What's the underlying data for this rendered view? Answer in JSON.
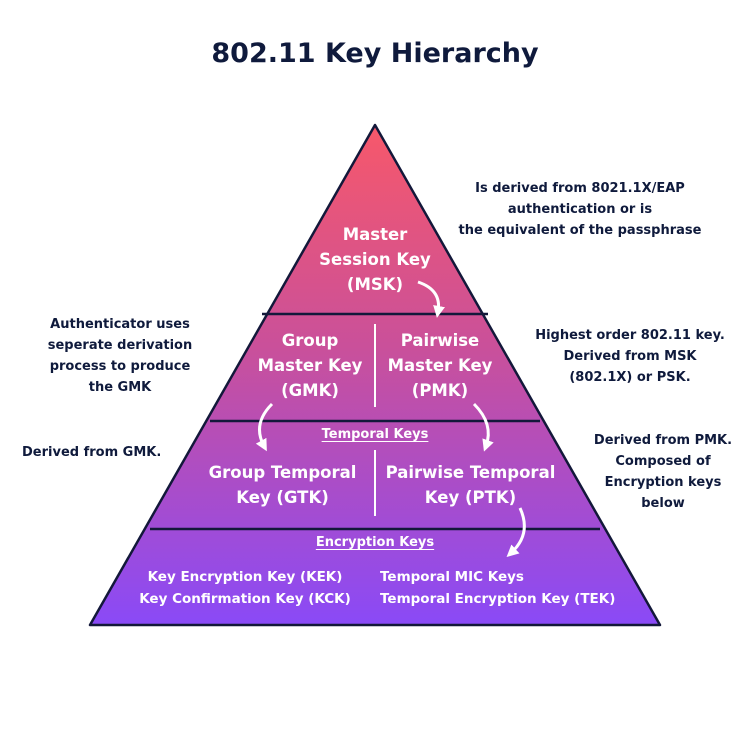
{
  "title": "802.11 Key Hierarchy",
  "pyramid": {
    "msk": {
      "line1": "Master",
      "line2": "Session Key",
      "line3": "(MSK)"
    },
    "gmk": {
      "line1": "Group",
      "line2": "Master Key",
      "line3": "(GMK)"
    },
    "pmk": {
      "line1": "Pairwise",
      "line2": "Master Key",
      "line3": "(PMK)"
    },
    "temporal_heading": "Temporal Keys",
    "gtk": {
      "line1": "Group Temporal",
      "line2": "Key (GTK)"
    },
    "ptk": {
      "line1": "Pairwise Temporal",
      "line2": "Key (PTK)"
    },
    "encryption_heading": "Encryption Keys",
    "encryption_left": {
      "line1": "Key Encryption Key (KEK)",
      "line2": "Key Confirmation Key (KCK)"
    },
    "encryption_right": {
      "line1": "Temporal MIC Keys",
      "line2": "Temporal Encryption Key (TEK)"
    }
  },
  "notes": {
    "msk": {
      "line1": "Is derived from 8021.1X/EAP",
      "line2": "authentication or is",
      "line3": "the equivalent of the passphrase"
    },
    "gmk": {
      "line1": "Authenticator uses",
      "line2": "seperate derivation",
      "line3": "process to produce",
      "line4": "the GMK"
    },
    "pmk": {
      "line1": "Highest order 802.11 key.",
      "line2": "Derived from MSK",
      "line3": "(802.1X) or PSK."
    },
    "gtk": {
      "line1": "Derived from GMK."
    },
    "ptk": {
      "line1": "Derived from PMK.",
      "line2": "Composed of",
      "line3": "Encryption keys",
      "line4": "below"
    }
  },
  "colors": {
    "top": "#f7586a",
    "bottom": "#8a4af7",
    "outline": "#13183a",
    "divider": "#ffffff",
    "text": "#0f1a3c"
  }
}
